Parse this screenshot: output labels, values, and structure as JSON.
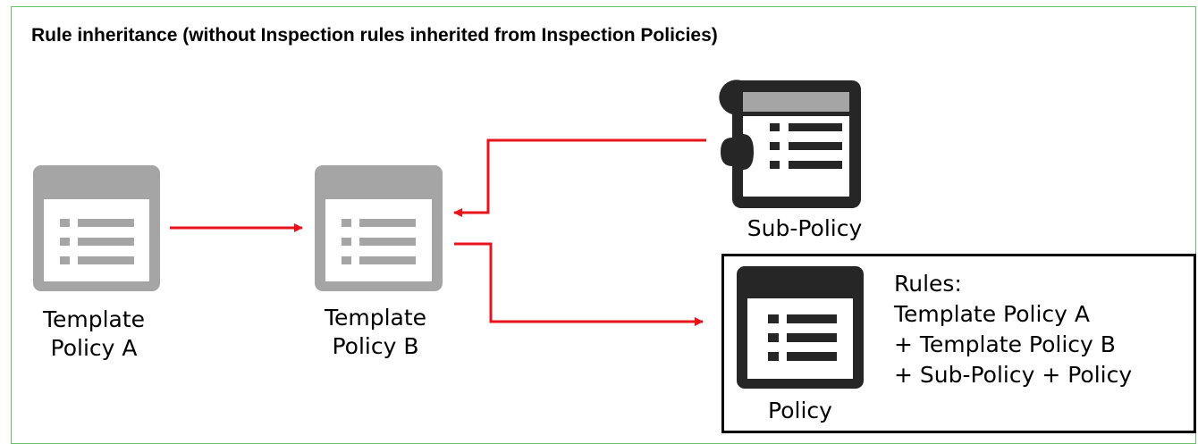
{
  "title": "Rule inheritance (without Inspection rules inherited from Inspection Policies)",
  "nodes": {
    "template_a": {
      "line1": "Template",
      "line2": "Policy A"
    },
    "template_b": {
      "line1": "Template",
      "line2": "Policy B"
    },
    "sub_policy": {
      "label": "Sub-Policy"
    },
    "policy": {
      "label": "Policy"
    }
  },
  "rules": {
    "heading": "Rules:",
    "lines": [
      "Template Policy A",
      "+ Template Policy B",
      "+ Sub-Policy + Policy"
    ]
  },
  "colors": {
    "frame_border": "#6cc06c",
    "arrow": "#e8141c",
    "template_icon": "#a5a5a5",
    "policy_icon": "#262626"
  },
  "icons": {
    "template_a": "template-policy-icon",
    "template_b": "template-policy-icon",
    "sub_policy": "sub-policy-puzzle-icon",
    "policy": "policy-icon"
  }
}
